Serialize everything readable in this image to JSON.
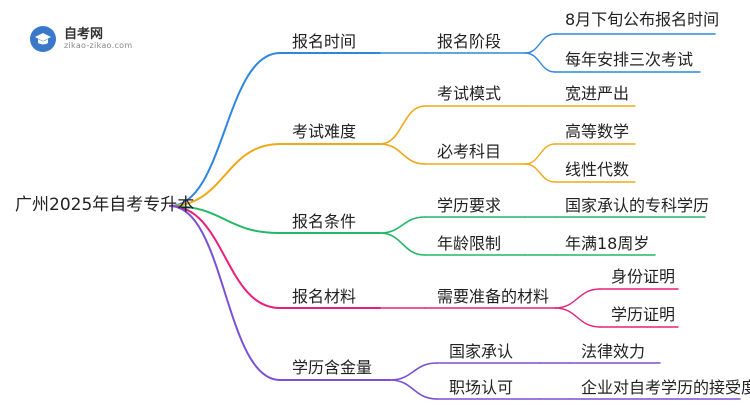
{
  "logo": {
    "name": "自考网",
    "url": "zikao-zikao.com"
  },
  "root": "广州2025年自考专升本",
  "colors": {
    "blue": "#2f86e0",
    "orange": "#f0a818",
    "green": "#22b866",
    "pink": "#e8207a",
    "purple": "#7b4fd6"
  },
  "branches": [
    {
      "label": "报名时间",
      "color": "blue",
      "children": [
        {
          "label": "报名阶段",
          "children": [
            "8月下旬公布报名时间",
            "每年安排三次考试"
          ]
        }
      ]
    },
    {
      "label": "考试难度",
      "color": "orange",
      "children": [
        {
          "label": "考试模式",
          "children": [
            "宽进严出"
          ]
        },
        {
          "label": "必考科目",
          "children": [
            "高等数学",
            "线性代数"
          ]
        }
      ]
    },
    {
      "label": "报名条件",
      "color": "green",
      "children": [
        {
          "label": "学历要求",
          "children": [
            "国家承认的专科学历"
          ]
        },
        {
          "label": "年龄限制",
          "children": [
            "年满18周岁"
          ]
        }
      ]
    },
    {
      "label": "报名材料",
      "color": "pink",
      "children": [
        {
          "label": "需要准备的材料",
          "children": [
            "身份证明",
            "学历证明"
          ]
        }
      ]
    },
    {
      "label": "学历含金量",
      "color": "purple",
      "children": [
        {
          "label": "国家承认",
          "children": [
            "法律效力"
          ]
        },
        {
          "label": "职场认可",
          "children": [
            "企业对自考学历的接受度"
          ]
        }
      ]
    }
  ]
}
